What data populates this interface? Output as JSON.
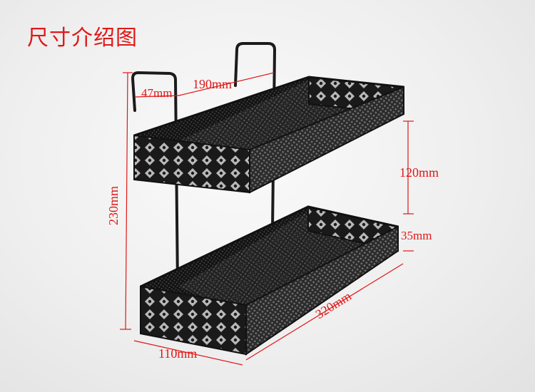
{
  "title": "尺寸介绍图",
  "dimensions": {
    "hook_depth": "47mm",
    "hook_spacing": "190mm",
    "tier_gap": "120mm",
    "tray_height": "35mm",
    "total_height": "230mm",
    "length": "320mm",
    "width": "110mm"
  },
  "colors": {
    "annotation": "#e01818",
    "product": "#1b1b1b"
  }
}
